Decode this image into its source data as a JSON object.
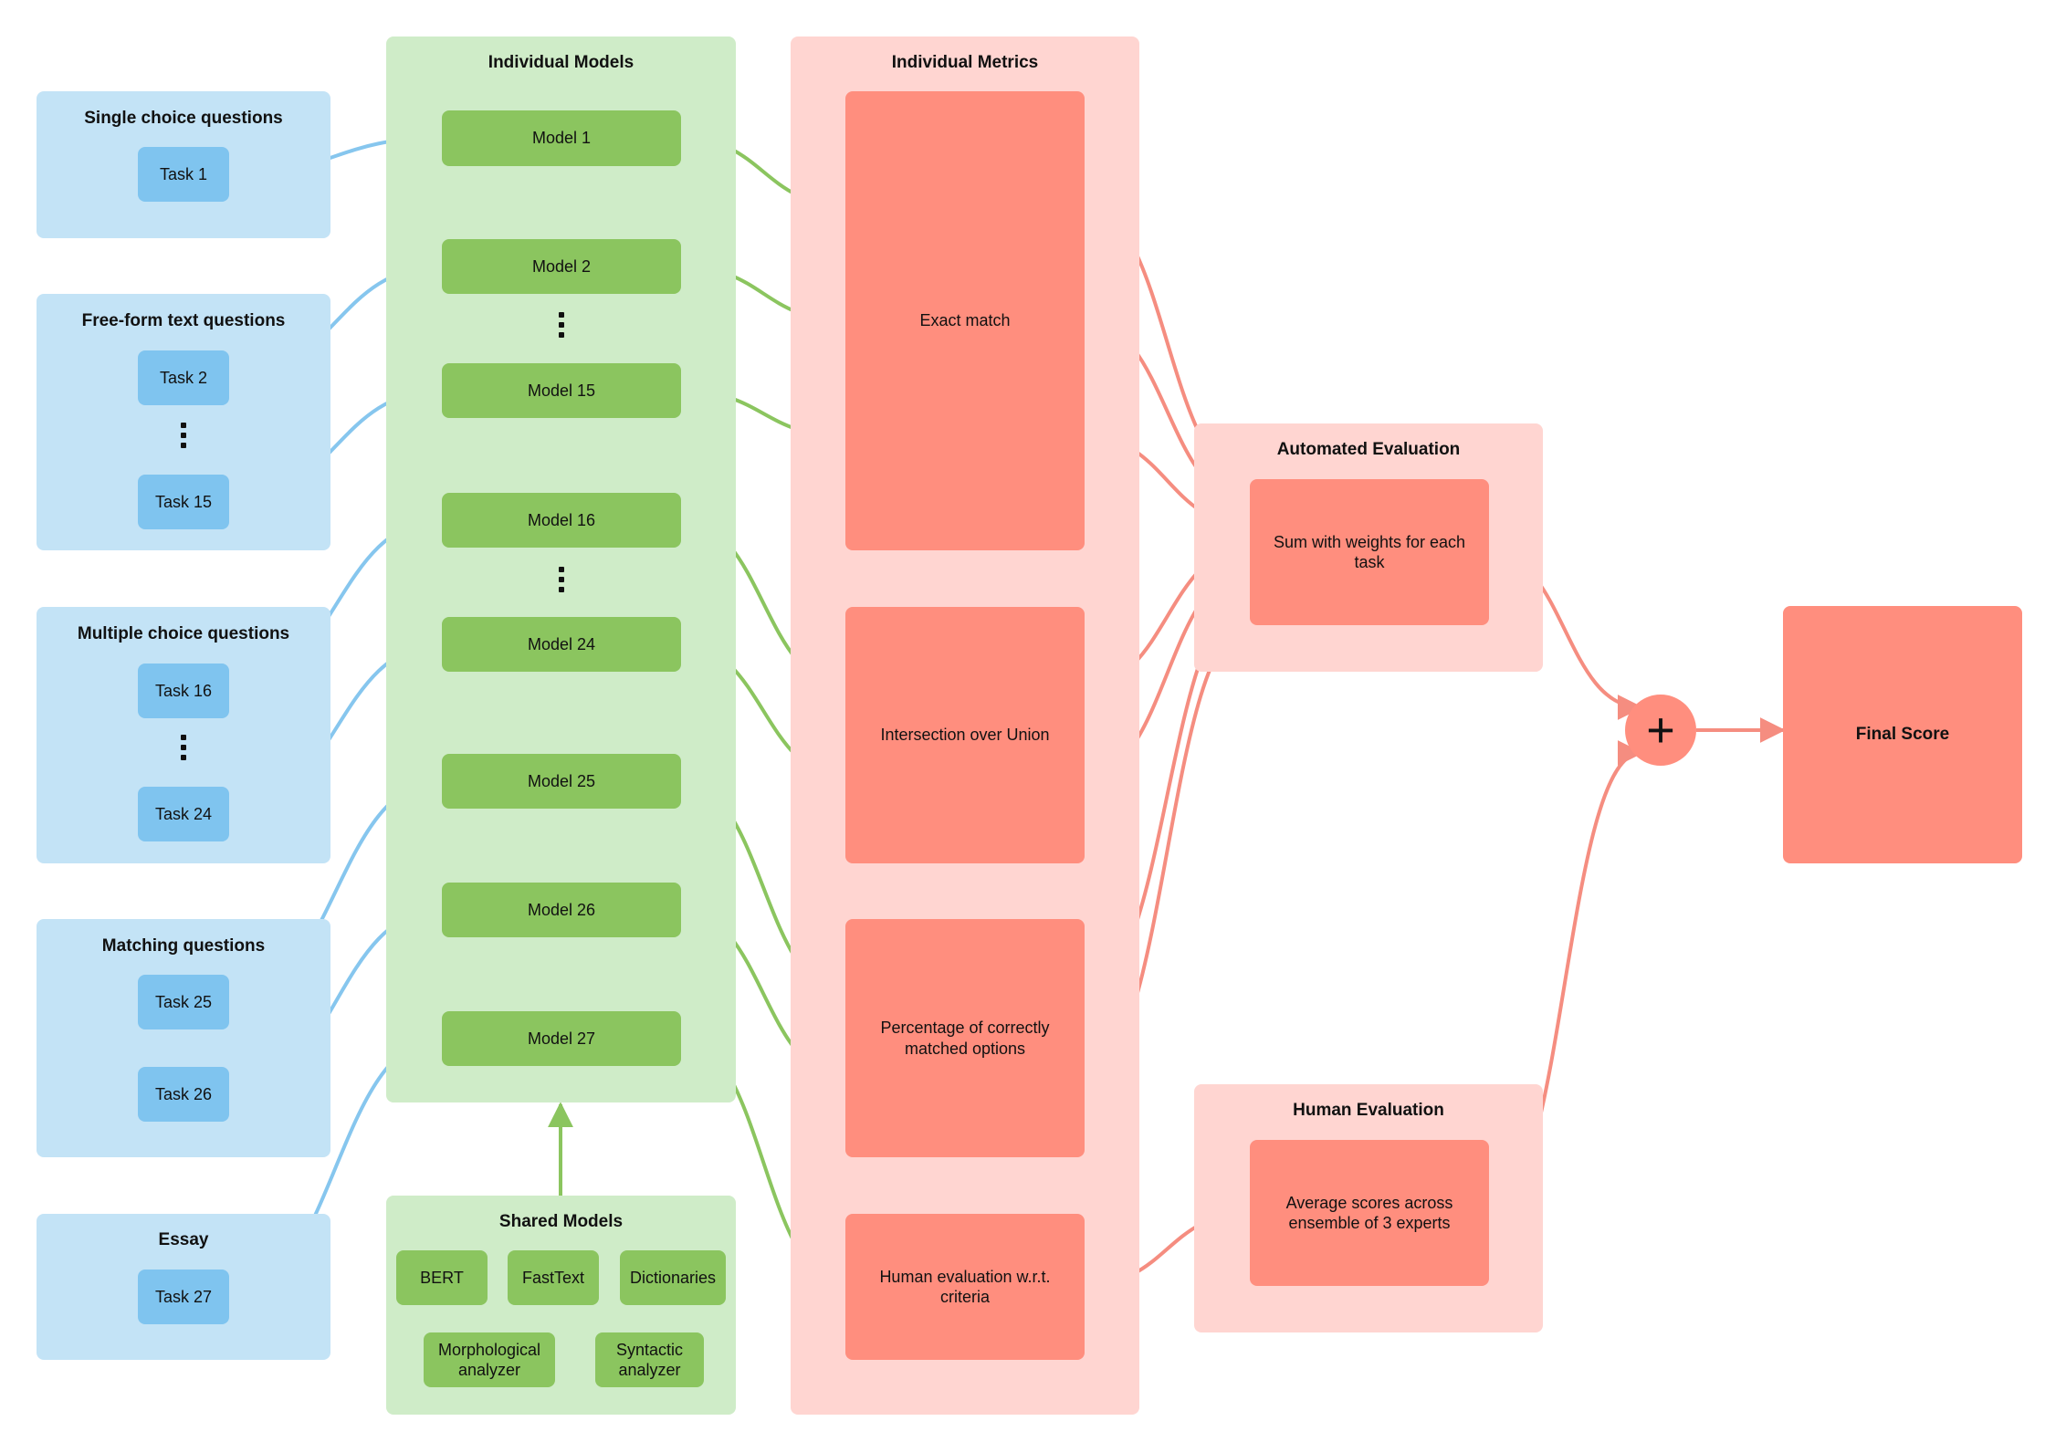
{
  "colors": {
    "task_group_bg": "#c3e3f6",
    "task_node": "#7fc4ef",
    "task_edge": "#86c6ee",
    "model_group_bg": "#cfecc8",
    "model_node": "#8bc55f",
    "model_edge": "#8bc55f",
    "metric_group_bg": "#ffd5d1",
    "metric_node": "#ff8e7e",
    "metric_edge": "#f58d80"
  },
  "task_groups": [
    {
      "title": "Single choice questions",
      "tasks": [
        "Task 1"
      ]
    },
    {
      "title": "Free-form text questions",
      "tasks": [
        "Task 2",
        "Task 15"
      ]
    },
    {
      "title": "Multiple choice questions",
      "tasks": [
        "Task 16",
        "Task 24"
      ]
    },
    {
      "title": "Matching questions",
      "tasks": [
        "Task 25",
        "Task 26"
      ]
    },
    {
      "title": "Essay",
      "tasks": [
        "Task 27"
      ]
    }
  ],
  "individual_models": {
    "title": "Individual Models",
    "models": [
      "Model 1",
      "Model 2",
      "Model 15",
      "Model 16",
      "Model 24",
      "Model 25",
      "Model 26",
      "Model 27"
    ]
  },
  "shared_models": {
    "title": "Shared Models",
    "items": [
      "BERT",
      "FastText",
      "Dictionaries",
      "Morphological analyzer",
      "Syntactic analyzer"
    ]
  },
  "individual_metrics": {
    "title": "Individual Metrics",
    "metrics": [
      "Exact match",
      "Intersection over Union",
      "Percentage of correctly matched options",
      "Human evaluation w.r.t. criteria"
    ]
  },
  "automated_evaluation": {
    "title": "Automated Evaluation",
    "node": "Sum with weights for each task"
  },
  "human_evaluation": {
    "title": "Human Evaluation",
    "node": "Average scores across ensemble of 3 experts"
  },
  "aggregator_symbol": "+",
  "final_score": "Final  Score"
}
